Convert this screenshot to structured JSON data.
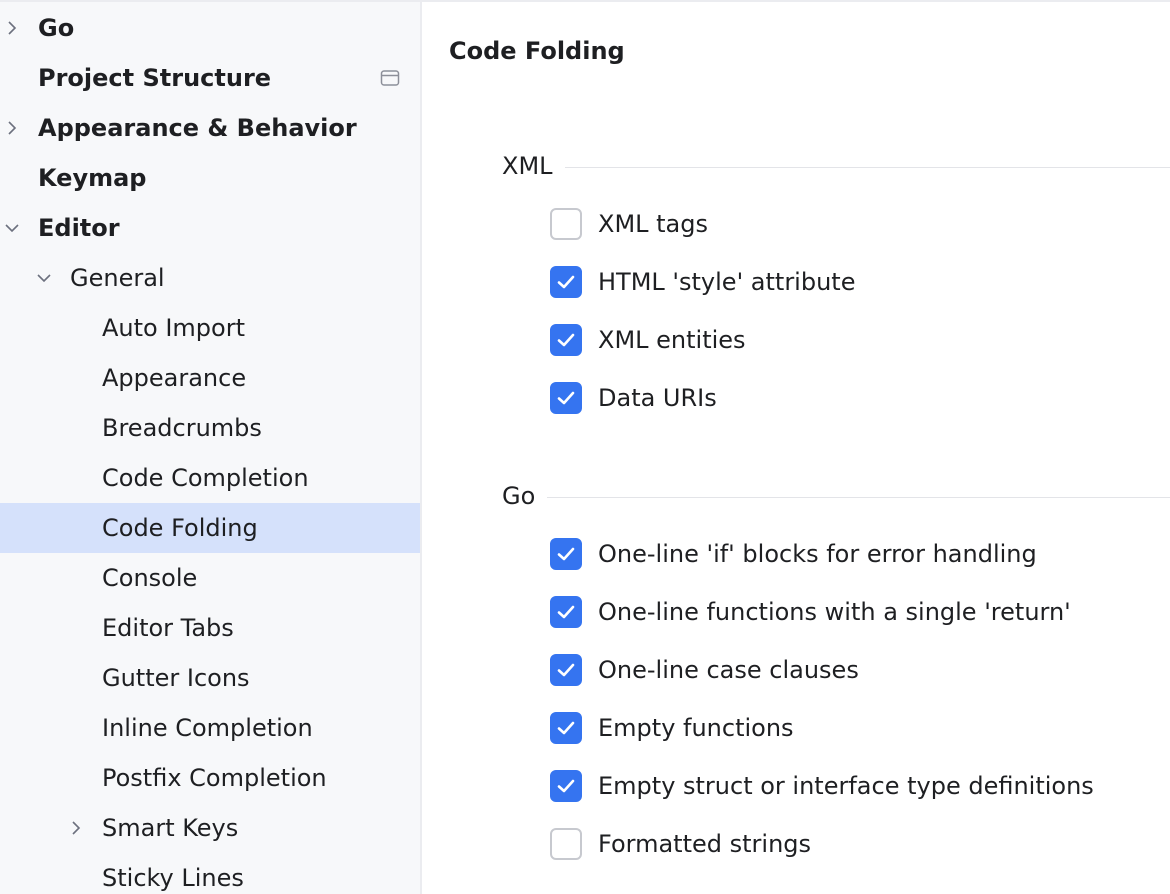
{
  "sidebar": {
    "items": [
      {
        "label": "Go",
        "level": 0,
        "bold": true,
        "chevron": "right"
      },
      {
        "label": "Project Structure",
        "level": 0,
        "bold": true,
        "chevron": "none",
        "trailing_icon": "window-icon"
      },
      {
        "label": "Appearance & Behavior",
        "level": 0,
        "bold": true,
        "chevron": "right"
      },
      {
        "label": "Keymap",
        "level": 0,
        "bold": true,
        "chevron": "none"
      },
      {
        "label": "Editor",
        "level": 0,
        "bold": true,
        "chevron": "down"
      },
      {
        "label": "General",
        "level": 1,
        "bold": false,
        "chevron": "down"
      },
      {
        "label": "Auto Import",
        "level": 2,
        "bold": false,
        "chevron": "none"
      },
      {
        "label": "Appearance",
        "level": 2,
        "bold": false,
        "chevron": "none"
      },
      {
        "label": "Breadcrumbs",
        "level": 2,
        "bold": false,
        "chevron": "none"
      },
      {
        "label": "Code Completion",
        "level": 2,
        "bold": false,
        "chevron": "none"
      },
      {
        "label": "Code Folding",
        "level": 2,
        "bold": false,
        "chevron": "none",
        "selected": true
      },
      {
        "label": "Console",
        "level": 2,
        "bold": false,
        "chevron": "none"
      },
      {
        "label": "Editor Tabs",
        "level": 2,
        "bold": false,
        "chevron": "none"
      },
      {
        "label": "Gutter Icons",
        "level": 2,
        "bold": false,
        "chevron": "none"
      },
      {
        "label": "Inline Completion",
        "level": 2,
        "bold": false,
        "chevron": "none"
      },
      {
        "label": "Postfix Completion",
        "level": 2,
        "bold": false,
        "chevron": "none"
      },
      {
        "label": "Smart Keys",
        "level": 2,
        "bold": false,
        "chevron": "right"
      },
      {
        "label": "Sticky Lines",
        "level": 2,
        "bold": false,
        "chevron": "none"
      }
    ]
  },
  "main": {
    "title": "Code Folding",
    "groups": [
      {
        "title": "XML",
        "options": [
          {
            "label": "XML tags",
            "checked": false
          },
          {
            "label": "HTML 'style' attribute",
            "checked": true
          },
          {
            "label": "XML entities",
            "checked": true
          },
          {
            "label": "Data URIs",
            "checked": true
          }
        ]
      },
      {
        "title": "Go",
        "options": [
          {
            "label": "One-line 'if' blocks for error handling",
            "checked": true
          },
          {
            "label": "One-line functions with a single 'return'",
            "checked": true
          },
          {
            "label": "One-line case clauses",
            "checked": true
          },
          {
            "label": "Empty functions",
            "checked": true
          },
          {
            "label": "Empty struct or interface type definitions",
            "checked": true
          },
          {
            "label": "Formatted strings",
            "checked": false
          }
        ]
      }
    ]
  },
  "colors": {
    "accent": "#3574f0",
    "selection": "#d5e1fb",
    "sidebar_bg": "#f7f8fa"
  }
}
